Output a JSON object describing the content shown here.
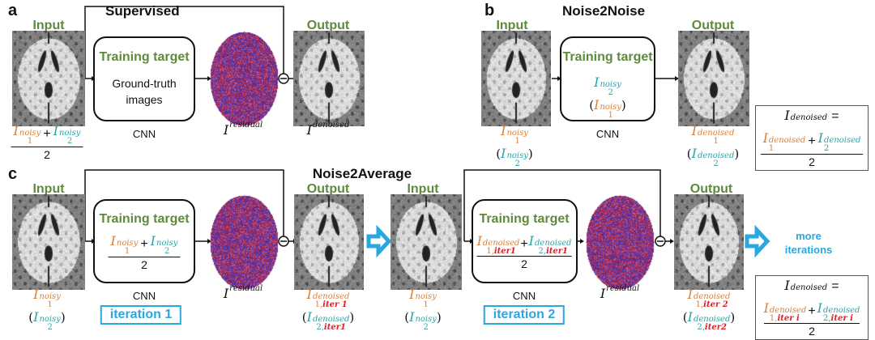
{
  "panel_a": {
    "letter": "a",
    "title": "Supervised",
    "input_label": "Input",
    "output_label": "Output",
    "target_title": "Training target",
    "target_text": "Ground-truth images",
    "model": "CNN"
  },
  "panel_b": {
    "letter": "b",
    "title": "Noise2Noise",
    "input_label": "Input",
    "output_label": "Output",
    "target_title": "Training target",
    "model": "CNN"
  },
  "panel_c": {
    "letter": "c",
    "title": "Noise2Average",
    "iter1": {
      "input_label": "Input",
      "output_label": "Output",
      "target_title": "Training target",
      "model": "CNN",
      "iteration": "iteration 1"
    },
    "iter2": {
      "input_label": "Input",
      "output_label": "Output",
      "target_title": "Training target",
      "model": "CNN",
      "iteration": "iteration 2"
    },
    "more": "more iterations"
  },
  "math": {
    "I": "I",
    "noisy": "noisy",
    "denoised": "denoised",
    "residual": "residual",
    "one": "1",
    "two": "2",
    "c1": "1,",
    "c2": "2,",
    "plus": "+",
    "eq": "=",
    "den": "2",
    "lp": "(",
    "rp": ")",
    "iter1": "iter1",
    "iter_1": "iter 1",
    "iter2": "iter2",
    "iter_2": "iter 2",
    "iter_i": "iter i"
  },
  "colors": {
    "green": "#5d8a3c",
    "orange": "#d9823b",
    "teal": "#2fa3a6",
    "red": "#e0202a",
    "blue": "#29a8e0"
  }
}
